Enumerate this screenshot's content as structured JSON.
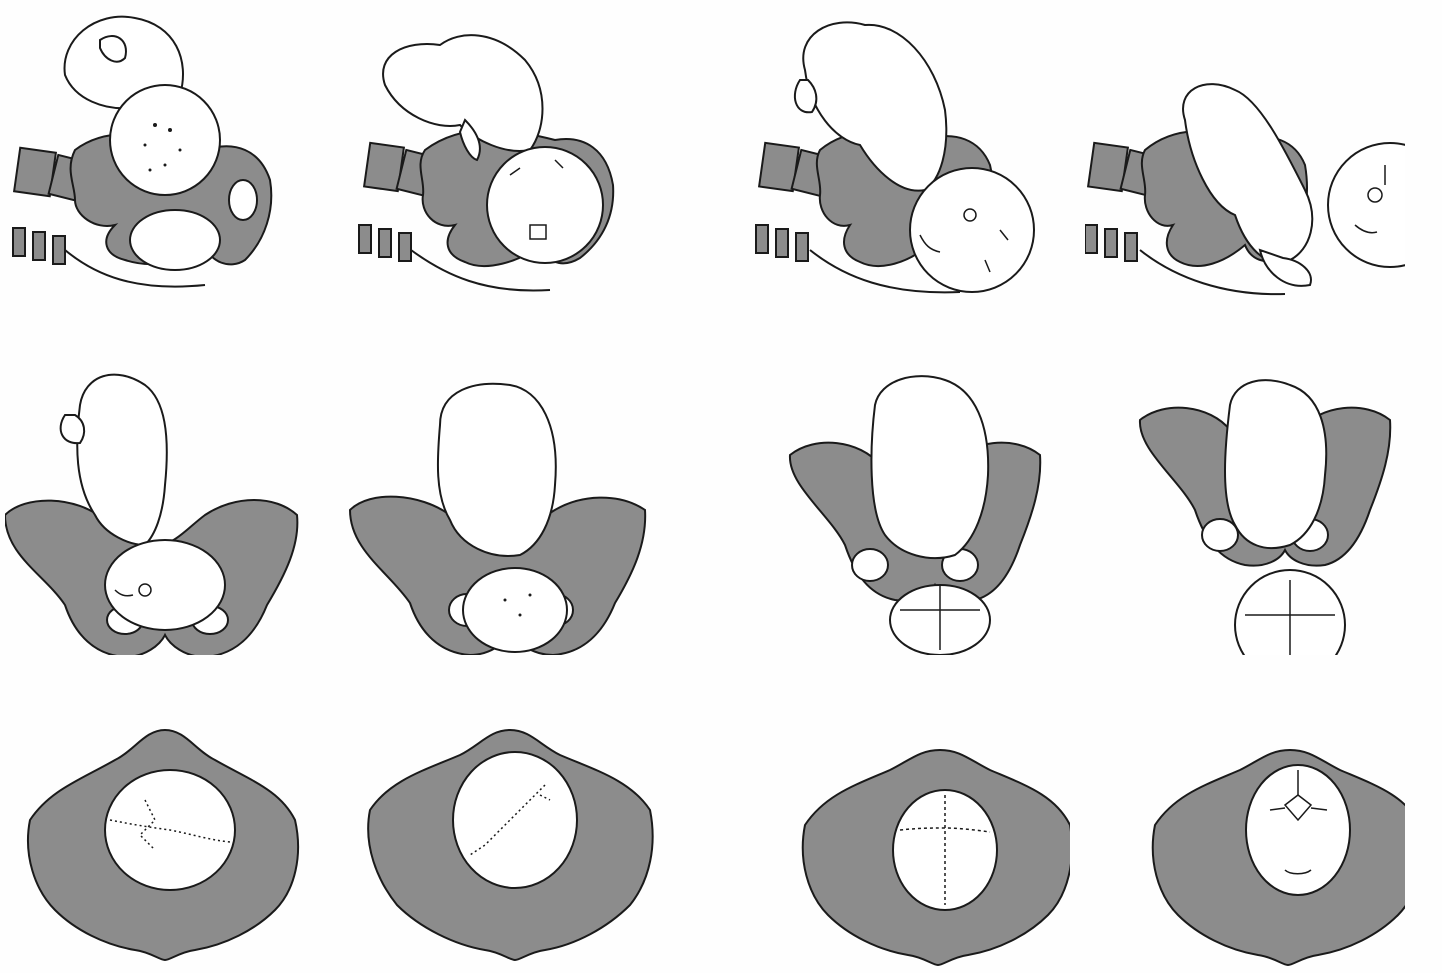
{
  "figure": {
    "background": "#fefefe",
    "colors": {
      "bone": "#8c8c8c",
      "outline": "#1a1a1a",
      "skin": "#ffffff"
    },
    "panels": [
      {
        "id": "lateral-1",
        "view": "lateral",
        "stage": 1
      },
      {
        "id": "lateral-2",
        "view": "lateral",
        "stage": 2
      },
      {
        "id": "lateral-3",
        "view": "lateral",
        "stage": 3
      },
      {
        "id": "lateral-4",
        "view": "lateral",
        "stage": 4
      },
      {
        "id": "frontal-1",
        "view": "frontal",
        "stage": 1
      },
      {
        "id": "frontal-2",
        "view": "frontal",
        "stage": 2
      },
      {
        "id": "frontal-3",
        "view": "frontal",
        "stage": 3
      },
      {
        "id": "frontal-4",
        "view": "frontal",
        "stage": 4
      },
      {
        "id": "inferior-1",
        "view": "inferior",
        "stage": 1
      },
      {
        "id": "inferior-2",
        "view": "inferior",
        "stage": 2
      },
      {
        "id": "inferior-3",
        "view": "inferior",
        "stage": 3
      },
      {
        "id": "inferior-4",
        "view": "inferior",
        "stage": 4
      }
    ]
  }
}
